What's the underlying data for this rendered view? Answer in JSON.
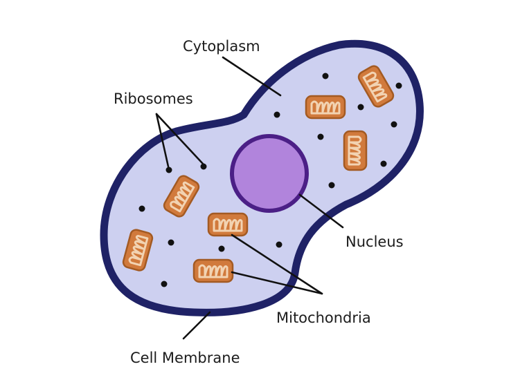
{
  "labels": {
    "cytoplasm": "Cytoplasm",
    "ribosomes": "Ribosomes",
    "nucleus": "Nucleus",
    "mitochondria": "Mitochondria",
    "cell_membrane": "Cell Membrane"
  },
  "colors": {
    "membrane": "#1f2266",
    "cytoplasm": "#cdd0f0",
    "nucleus_fill": "#b184dc",
    "nucleus_border": "#4b1f86",
    "mitochondria_fill": "#d17a3c",
    "mitochondria_border": "#a35a22",
    "mitochondria_cristae": "#f2d3b2",
    "ribosome": "#111111",
    "pointer": "#111111"
  }
}
